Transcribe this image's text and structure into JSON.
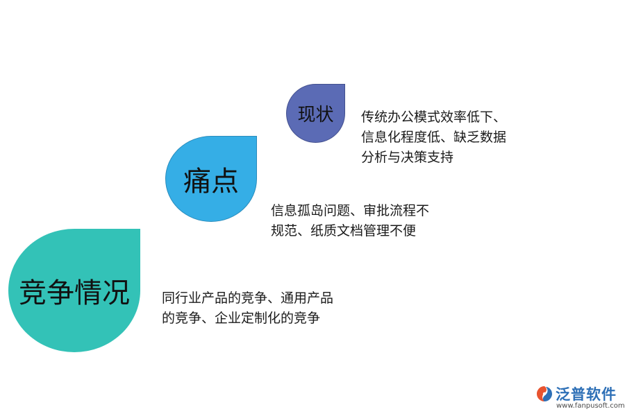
{
  "items": [
    {
      "title": "现状",
      "description": "传统办公模式效率低下、\n信息化程度低、缺乏数据\n分析与决策支持",
      "color": "#5b6bb5"
    },
    {
      "title": "痛点",
      "description": "信息孤岛问题、审批流程不\n规范、纸质文档管理不便",
      "color": "#35aee6"
    },
    {
      "title": "竞争情况",
      "description": "同行业产品的竞争、通用产品\n的竞争、企业定制化的竞争",
      "color": "#33c2b7"
    }
  ],
  "logo": {
    "name": "泛普软件",
    "url": "www.fanpusoft.com",
    "icon": "fanpu-logo-icon",
    "colors": [
      "#e8532f",
      "#2d6fb6"
    ]
  }
}
